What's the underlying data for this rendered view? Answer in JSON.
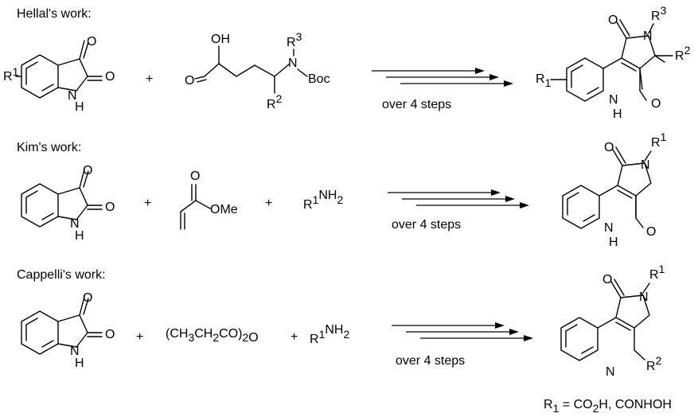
{
  "rows": [
    {
      "title": "Hellal's work:",
      "reagent_acid_oh": "OH",
      "reagent_acid_o": "O",
      "reagent_n": "N",
      "reagent_boc": "Boc",
      "reagent_r3": "R",
      "reagent_r3_sup": "3",
      "reagent_r2": "R",
      "reagent_r2_sup": "2",
      "isatin_r": "R",
      "isatin_r_sup": "1",
      "plus": "+",
      "arrow_caption": "over 4 steps",
      "product_r_left": "R",
      "product_r_left_sub": "1",
      "product_r3": "R",
      "product_r3_sup": "3",
      "product_r2": "R",
      "product_r2_sup": "2"
    },
    {
      "title": "Kim's work:",
      "plus_1": "+",
      "plus_2": "+",
      "ester_label": "OMe",
      "amine_r": "R",
      "amine_r_sup": "1",
      "amine_nh": "NH",
      "amine_nh_sub": "2",
      "arrow_caption": "over 4 steps",
      "product_r": "R",
      "product_r_sup": "1"
    },
    {
      "title": "Cappelli's work:",
      "plus_1": "+",
      "plus_2": "+",
      "anhydride_parts": [
        "(CH",
        "3",
        "CH",
        "2",
        "CO)",
        "2",
        "O"
      ],
      "amine_r": "R",
      "amine_r_sup": "1",
      "amine_nh": "NH",
      "amine_nh_sub": "2",
      "arrow_caption": "over 4 steps",
      "product_r1": "R",
      "product_r1_sup": "1",
      "product_r2": "R",
      "product_r2_sup": "2"
    }
  ],
  "common_atoms": {
    "O": "O",
    "N": "N",
    "H": "H"
  },
  "footnote": {
    "r": "R",
    "r_sub": "1",
    "eq": " = CO",
    "co_sub": "2",
    "rest": "H, CONHOH"
  }
}
